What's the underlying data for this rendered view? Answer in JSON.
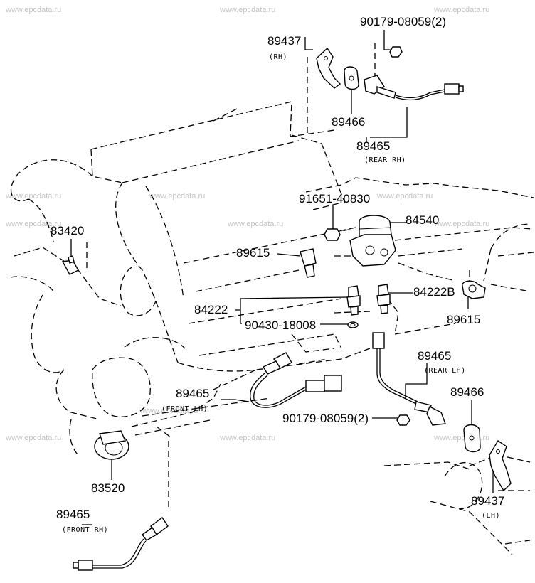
{
  "watermark": "www.epcdata.ru",
  "labels": {
    "p89437_rh": "89437",
    "p89437_rh_sub": "(RH)",
    "p90179_top": "90179-08059(2)",
    "p89466_top": "89466",
    "p89465_rear_rh": "89465",
    "p89465_rear_rh_sub": "(REAR RH)",
    "p91651": "91651-40830",
    "p84540": "84540",
    "p83420": "83420",
    "p89615_left": "89615",
    "p84222": "84222",
    "p84222b": "84222B",
    "p89615_right": "89615",
    "p90430": "90430-18008",
    "p89465_rear_lh": "89465",
    "p89465_rear_lh_sub": "(REAR LH)",
    "p89465_front_lh": "89465",
    "p89465_front_lh_sub": "(FRONT LH)",
    "p89466_lower": "89466",
    "p90179_lower": "90179-08059(2)",
    "p83520": "83520",
    "p89437_lh": "89437",
    "p89437_lh_sub": "(LH)",
    "p89465_front_rh": "89465",
    "p89465_front_rh_sub": "(FRONT RH)"
  }
}
